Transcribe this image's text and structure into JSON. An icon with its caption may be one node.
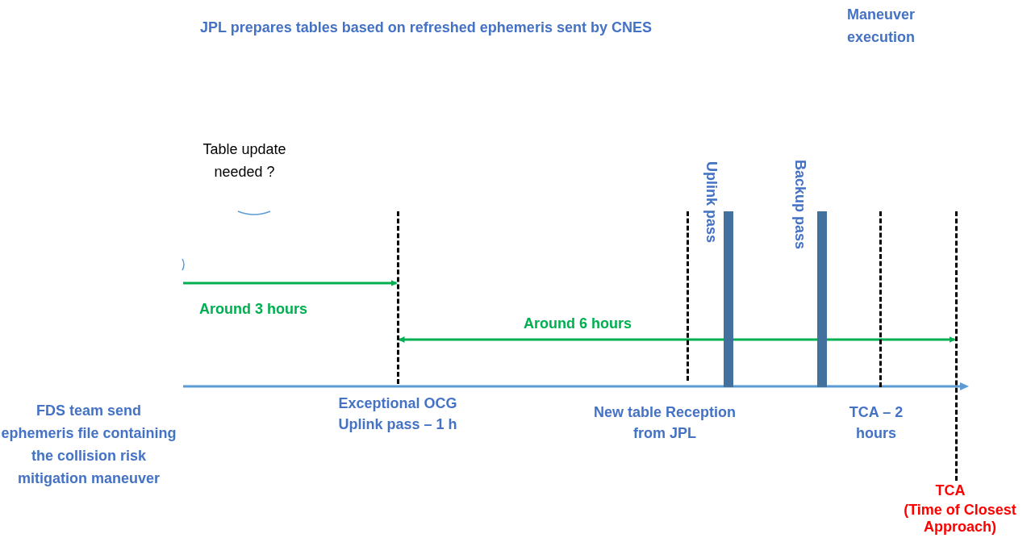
{
  "diagram": {
    "nodes": [
      {
        "text": [],
        "shape": "line",
        "beside": [
          "Exceptional OCG Uplink pass – 1 h"
        ]
      },
      {
        "text": [],
        "shape": "line",
        "beside": [
          "New table Reception from JPL"
        ]
      },
      {
        "text": [],
        "shape": "bar",
        "beside": [
          "Uplink pass"
        ]
      },
      {
        "text": [],
        "shape": "bar",
        "beside": [
          "Backup pass"
        ]
      },
      {
        "text": [],
        "shape": "line",
        "beside": [
          "TCA – 2 hours"
        ]
      },
      {
        "text": [],
        "shape": "line",
        "beside": [
          "TCA",
          "(Time of Closest Approach)"
        ]
      }
    ],
    "edges": [
      {
        "from": null,
        "to": 0,
        "arrow": "to",
        "label": "Around 3 hours"
      },
      {
        "from": 0,
        "to": 5,
        "arrow": "both",
        "label": "Around 6 hours"
      }
    ],
    "labels": [
      "JPL prepares tables based on refreshed ephemeris sent by CNES",
      "Maneuver execution",
      "Table update needed ?",
      "FDS team send ephemeris file containing the collision risk mitigation maneuver"
    ]
  }
}
